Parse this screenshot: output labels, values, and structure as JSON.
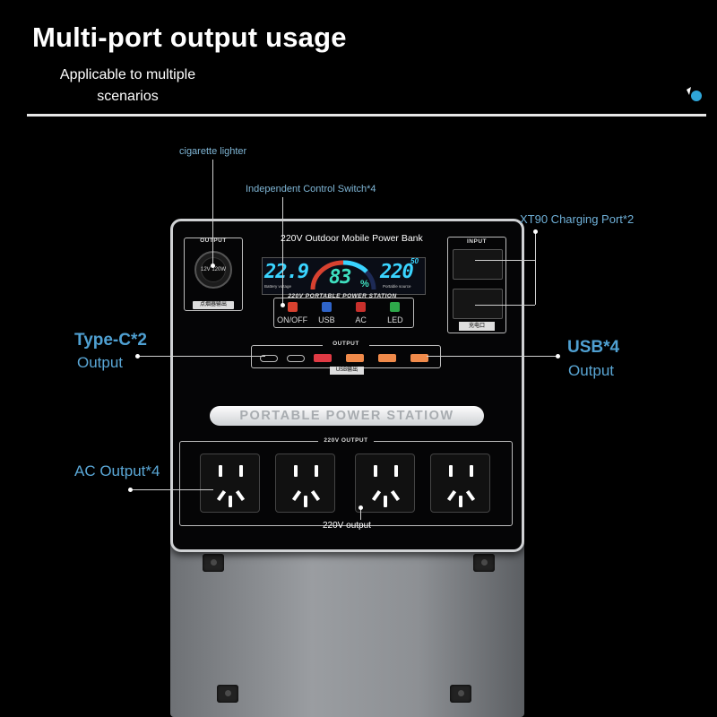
{
  "header": {
    "title": "Multi-port output usage",
    "subtitle_line1": "Applicable to multiple",
    "subtitle_line2": "scenarios"
  },
  "callouts": {
    "cigarette_lighter": "cigarette lighter",
    "control_switch": "Independent Control Switch*4",
    "product_name": "220V Outdoor Mobile Power Bank",
    "charging_port": "XT90 Charging Port*2",
    "type_c_title": "Type-C*2",
    "type_c_sub": "Output",
    "usb_title": "USB*4",
    "usb_sub": "Output",
    "ac_output": "AC Output*4",
    "ac_220_output": "220V output"
  },
  "device": {
    "lighter_box_label": "OUTPUT",
    "lighter_rating": "12V 120W",
    "lighter_cn_label": "点烟器输出",
    "input_box_label": "INPUT",
    "input_cn_label": "充电口",
    "screen": {
      "left_value": "22.9",
      "left_caption": "Battery voltage",
      "percent": "83",
      "percent_unit": "%",
      "right_value": "220",
      "right_caption": "Portable source",
      "hz_value": "50",
      "banner": "220V PORTABLE POWER STATION"
    },
    "switches": [
      {
        "label": "ON/OFF",
        "color": "#d8412f"
      },
      {
        "label": "USB",
        "color": "#2f64c8"
      },
      {
        "label": "AC",
        "color": "#c9302c"
      },
      {
        "label": "LED",
        "color": "#2ea84a"
      }
    ],
    "usb_box_label": "OUTPUT",
    "usb_cn_label": "USB输出",
    "brand_text": "PORTABLE POWER STATIOW",
    "ac_box_label": "220V OUTPUT"
  },
  "colors": {
    "accent_blue": "#4fa0d2",
    "screen_cyan": "#3ad4ff",
    "screen_teal": "#3fe0c0"
  }
}
